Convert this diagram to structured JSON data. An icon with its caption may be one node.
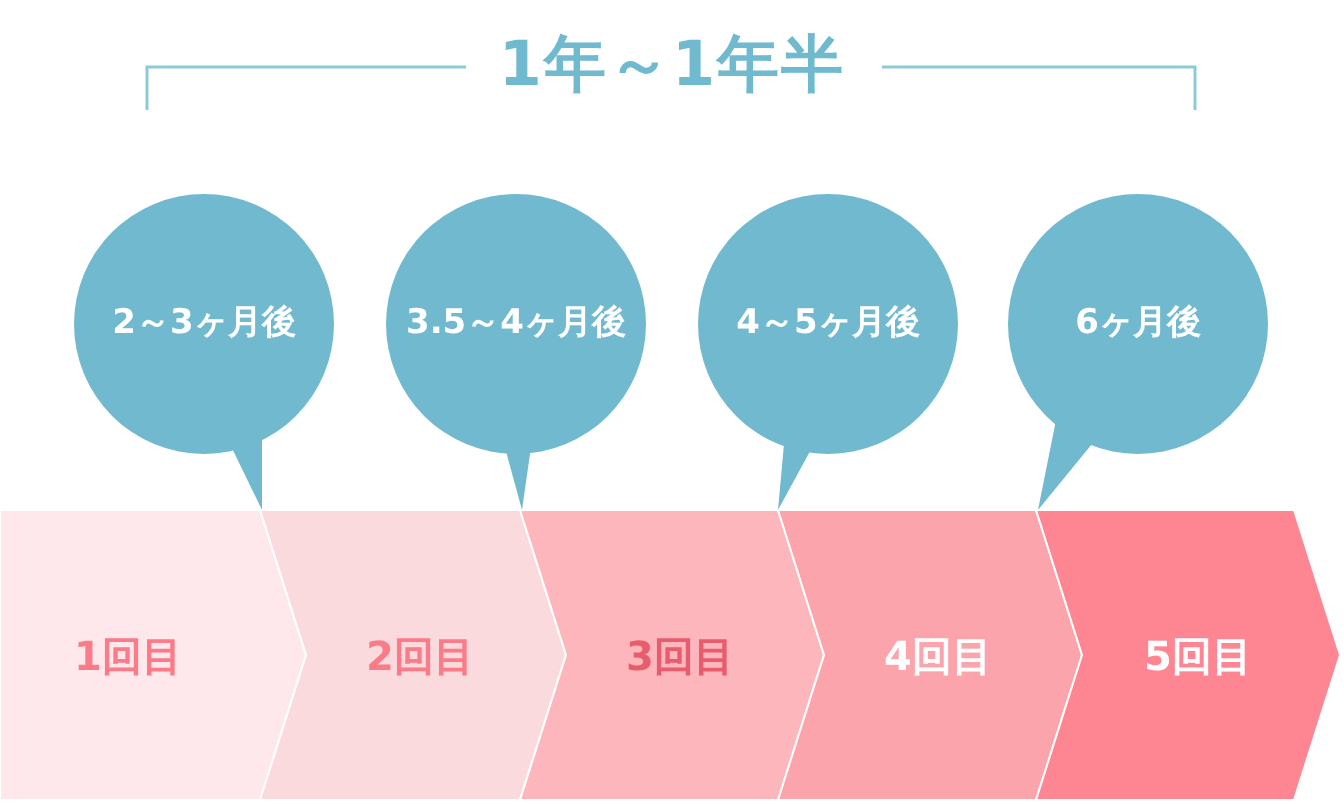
{
  "diagram": {
    "nodes": [
      {
        "text": [
          "2～3ヶ月後"
        ]
      },
      {
        "text": [
          "3.5～4ヶ月後"
        ]
      },
      {
        "text": [
          "4～5ヶ月後"
        ]
      },
      {
        "text": [
          "6ヶ月後"
        ]
      },
      {
        "text": [
          "1回目"
        ]
      },
      {
        "text": [
          "2回目"
        ]
      },
      {
        "text": [
          "3回目"
        ]
      },
      {
        "text": [
          "4回目"
        ]
      },
      {
        "text": [
          "5回目"
        ]
      }
    ],
    "labels": [
      "1年～1年半"
    ]
  }
}
